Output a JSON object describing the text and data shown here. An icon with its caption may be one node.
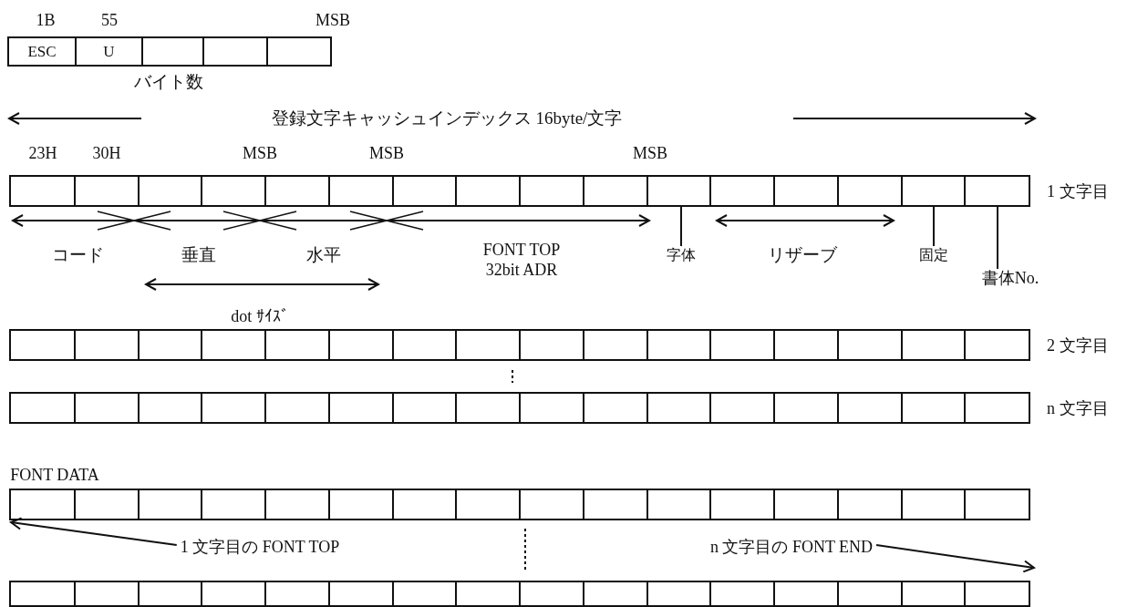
{
  "diagram": {
    "nodes": [
      {
        "text": [
          "ESC"
        ]
      },
      {
        "text": [
          "U"
        ]
      },
      {
        "text": [],
        "shape": "box"
      },
      {
        "text": [],
        "shape": "box"
      },
      {
        "text": [],
        "shape": "box"
      },
      {
        "text": [],
        "shape": "box",
        "beside": [
          "1 文字目"
        ]
      },
      {
        "text": [],
        "shape": "box",
        "beside": [
          "2 文字目"
        ]
      },
      {
        "text": [],
        "shape": "box",
        "beside": [
          "n 文字目"
        ]
      },
      {
        "text": [],
        "shape": "box"
      },
      {
        "text": [],
        "shape": "box"
      },
      {
        "text": [
          "字体"
        ]
      },
      {
        "text": [
          "固定"
        ]
      },
      {
        "text": [
          "書体No."
        ]
      },
      {
        "text": [
          "1 文字目の FONT TOP"
        ]
      },
      {
        "text": [
          "n 文字目の FONT END"
        ]
      }
    ],
    "edges": [
      {
        "from": 10,
        "to": 5,
        "arrow": "none"
      },
      {
        "from": 11,
        "to": 5,
        "arrow": "none"
      },
      {
        "from": 12,
        "to": 5,
        "arrow": "none"
      },
      {
        "from": 13,
        "to": 8,
        "arrow": "to"
      },
      {
        "from": 14,
        "to": 9,
        "arrow": "to"
      }
    ],
    "labels": [
      "1B",
      "55",
      "MSB",
      "バイト数",
      "登録文字キャッシュインデックス 16byte/文字",
      "23H",
      "30H",
      "MSB",
      "MSB",
      "MSB",
      "コード",
      "垂直",
      "水平",
      "FONT TOP 32bit ADR",
      "リザーブ",
      "dot ｻｲｽﾞ",
      "FONT DATA"
    ]
  }
}
